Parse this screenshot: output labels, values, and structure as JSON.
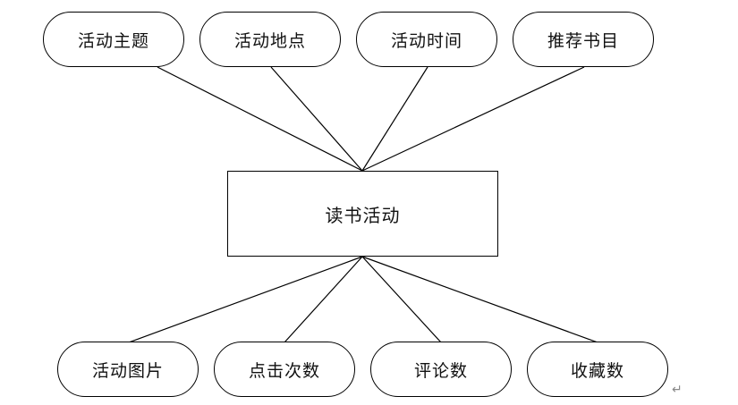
{
  "diagram": {
    "entity": "读书活动",
    "top_attributes": [
      "活动主题",
      "活动地点",
      "活动时间",
      "推荐书目"
    ],
    "bottom_attributes": [
      "活动图片",
      "点击次数",
      "评论数",
      "收藏数"
    ],
    "return_mark": "↵"
  }
}
